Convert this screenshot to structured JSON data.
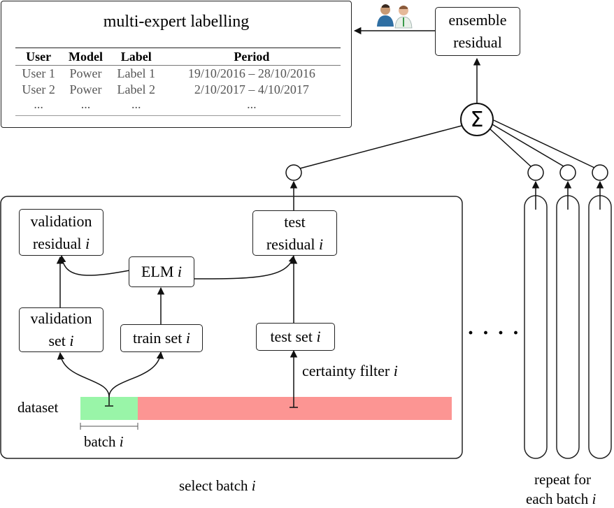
{
  "labelling": {
    "title": "multi-expert labelling",
    "columns": [
      "User",
      "Model",
      "Label",
      "Period"
    ],
    "rows": [
      [
        "User 1",
        "Power",
        "Label 1",
        "19/10/2016 – 28/10/2016"
      ],
      [
        "User 2",
        "Power",
        "Label 2",
        "2/10/2017 – 4/10/2017"
      ],
      [
        "...",
        "...",
        "...",
        "..."
      ]
    ]
  },
  "ensemble": {
    "line1": "ensemble",
    "line2": "residual"
  },
  "sum_symbol": "Σ",
  "nodes": {
    "validation_residual": {
      "line1": "validation",
      "line2": "residual",
      "index": "i"
    },
    "test_residual": {
      "line1": "test",
      "line2": "residual",
      "index": "i"
    },
    "elm": {
      "label": "ELM",
      "index": "i"
    },
    "validation_set": {
      "line1": "validation",
      "line2": "set",
      "index": "i"
    },
    "train_set": {
      "label": "train set",
      "index": "i"
    },
    "test_set": {
      "label": "test set",
      "index": "i"
    }
  },
  "labels": {
    "certainty_filter": "certainty filter",
    "dataset": "dataset",
    "batch": "batch",
    "select_batch": "select batch",
    "repeat_line1": "repeat for",
    "repeat_line2": "each batch",
    "index": "i",
    "ellipsis": "· · · ·"
  },
  "colors": {
    "batch_segment": "#99f5a8",
    "rest_segment": "#fc9593",
    "line": "#111111",
    "user_icon_1_shirt": "#2f6fa3",
    "user_icon_2_shirt": "#e8f0e8"
  },
  "icons": [
    "users-icon"
  ]
}
